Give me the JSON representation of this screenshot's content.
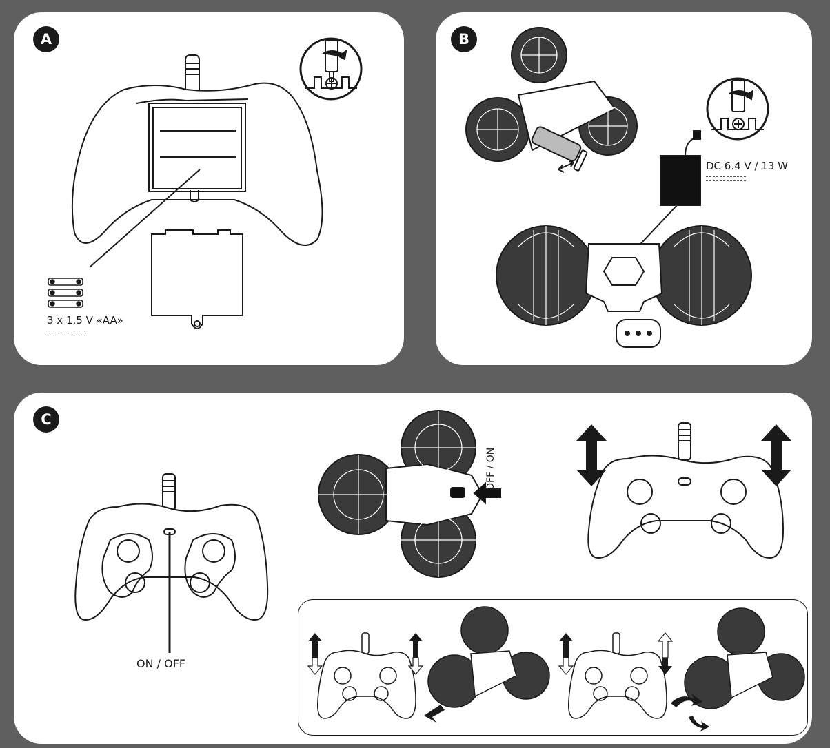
{
  "panels": {
    "a": {
      "badge": "A",
      "battery_label": "3 x 1,5 V «AA»"
    },
    "b": {
      "badge": "B",
      "power_label": "DC 6.4 V / 13 W"
    },
    "c": {
      "badge": "C",
      "switch_label": "ON / OFF",
      "car_switch_label": "OFF / ON"
    }
  },
  "colors": {
    "background": "#5f5f5f",
    "panel": "#ffffff",
    "ink": "#1a1a1a"
  }
}
